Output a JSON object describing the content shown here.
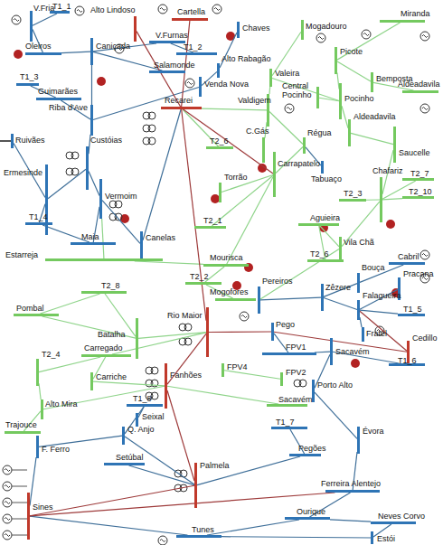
{
  "diagram": {
    "nodes": [
      {
        "text": [
          "V.Fria"
        ]
      },
      {
        "text": [
          "T1_1"
        ]
      },
      {
        "text": [
          "Alto Lindoso"
        ]
      },
      {
        "text": [
          "Cartella"
        ]
      },
      {
        "text": [
          "Chaves"
        ]
      },
      {
        "text": [
          "Mogadouro"
        ]
      },
      {
        "text": [
          "Miranda"
        ]
      },
      {
        "text": [
          "Oleiros"
        ]
      },
      {
        "text": [
          "Caniçada"
        ]
      },
      {
        "text": [
          "V.Furnas"
        ]
      },
      {
        "text": [
          "T1_2"
        ]
      },
      {
        "text": [
          "Alto Rabagão"
        ]
      },
      {
        "text": [
          "Salamonde"
        ]
      },
      {
        "text": [
          "Picote"
        ]
      },
      {
        "text": [
          "Bemposta"
        ]
      },
      {
        "text": [
          "Aldeadavila"
        ]
      },
      {
        "text": [
          "T1_3"
        ]
      },
      {
        "text": [
          "Guimarães"
        ]
      },
      {
        "text": [
          "Riba d'Ave"
        ]
      },
      {
        "text": [
          "Venda Nova"
        ]
      },
      {
        "text": [
          "Valeira"
        ]
      },
      {
        "text": [
          "Valdigem"
        ]
      },
      {
        "text": [
          "Central Pocinho"
        ]
      },
      {
        "text": [
          "Pocinho"
        ]
      },
      {
        "text": [
          "Recarei"
        ]
      },
      {
        "text": [
          "Aldeadavila"
        ]
      },
      {
        "text": [
          "Ruivães"
        ]
      },
      {
        "text": [
          "T2_6"
        ]
      },
      {
        "text": [
          "C.Gás"
        ]
      },
      {
        "text": [
          "Régua"
        ]
      },
      {
        "text": [
          "Saucelle"
        ]
      },
      {
        "text": [
          "Custóias"
        ]
      },
      {
        "text": [
          "Carrapatelo"
        ]
      },
      {
        "text": [
          "Tabuaço"
        ]
      },
      {
        "text": [
          "Chafariz"
        ]
      },
      {
        "text": [
          "T2_7"
        ]
      },
      {
        "text": [
          "Ermesinde"
        ]
      },
      {
        "text": [
          "Torrão"
        ]
      },
      {
        "text": [
          "T2_10"
        ]
      },
      {
        "text": [
          "T2_3"
        ]
      },
      {
        "text": [
          "Vermoim"
        ]
      },
      {
        "text": [
          "T1_4"
        ]
      },
      {
        "text": [
          "T2_1"
        ]
      },
      {
        "text": [
          "Aguieira"
        ]
      },
      {
        "text": [
          "Vila Chã"
        ]
      },
      {
        "text": [
          "Maia"
        ]
      },
      {
        "text": [
          "Canelas"
        ]
      },
      {
        "text": [
          "Estarreja"
        ]
      },
      {
        "text": [
          "Mourisca"
        ]
      },
      {
        "text": [
          "T2_6"
        ]
      },
      {
        "text": [
          "Cabril"
        ]
      },
      {
        "text": [
          "Bouça"
        ]
      },
      {
        "text": [
          "Pracana"
        ]
      },
      {
        "text": [
          "T2_8"
        ]
      },
      {
        "text": [
          "T2_2"
        ]
      },
      {
        "text": [
          "Pereiros"
        ]
      },
      {
        "text": [
          "Zêzere"
        ]
      },
      {
        "text": [
          "Mogofores"
        ]
      },
      {
        "text": [
          "Falagueira"
        ]
      },
      {
        "text": [
          "T1_5"
        ]
      },
      {
        "text": [
          "Pombal"
        ]
      },
      {
        "text": [
          "Rio Maior"
        ]
      },
      {
        "text": [
          "Pego"
        ]
      },
      {
        "text": [
          "Fratel"
        ]
      },
      {
        "text": [
          "Cedillo"
        ]
      },
      {
        "text": [
          "Batalha"
        ]
      },
      {
        "text": [
          "FPV1"
        ]
      },
      {
        "text": [
          "Sacavém"
        ]
      },
      {
        "text": [
          "T1_6"
        ]
      },
      {
        "text": [
          "T2_4"
        ]
      },
      {
        "text": [
          "Carregado"
        ]
      },
      {
        "text": [
          "FPV4"
        ]
      },
      {
        "text": [
          "FPV2"
        ]
      },
      {
        "text": [
          "Porto Alto"
        ]
      },
      {
        "text": [
          "Carriche"
        ]
      },
      {
        "text": [
          "Fanhões"
        ]
      },
      {
        "text": [
          "Sacavém"
        ]
      },
      {
        "text": [
          "Alto Mira"
        ]
      },
      {
        "text": [
          "T1_8"
        ]
      },
      {
        "text": [
          "Seixal"
        ]
      },
      {
        "text": [
          "Trajouce"
        ]
      },
      {
        "text": [
          "Q. Anjo"
        ]
      },
      {
        "text": [
          "T1_7"
        ]
      },
      {
        "text": [
          "Évora"
        ]
      },
      {
        "text": [
          "F. Ferro"
        ]
      },
      {
        "text": [
          "Pegões"
        ]
      },
      {
        "text": [
          "Setúbal"
        ]
      },
      {
        "text": [
          "Palmela"
        ]
      },
      {
        "text": [
          "Ferreira Alentejo"
        ]
      },
      {
        "text": [
          "Sines"
        ]
      },
      {
        "text": [
          "Ourique"
        ]
      },
      {
        "text": [
          "Neves Corvo"
        ]
      },
      {
        "text": [
          "Tunes"
        ]
      },
      {
        "text": [
          "Estói"
        ]
      }
    ],
    "edges": [
      {
        "from": 0,
        "to": 1,
        "arrow": "none"
      },
      {
        "from": 0,
        "to": 7,
        "arrow": "none"
      },
      {
        "from": 7,
        "to": 8,
        "arrow": "none"
      },
      {
        "from": 8,
        "to": 9,
        "arrow": "none"
      },
      {
        "from": 9,
        "to": 10,
        "arrow": "none"
      },
      {
        "from": 8,
        "to": 12,
        "arrow": "none"
      },
      {
        "from": 8,
        "to": 18,
        "arrow": "none"
      },
      {
        "from": 16,
        "to": 17,
        "arrow": "none"
      },
      {
        "from": 17,
        "to": 18,
        "arrow": "none"
      },
      {
        "from": 11,
        "to": 19,
        "arrow": "none"
      },
      {
        "from": 4,
        "to": 11,
        "arrow": "none"
      },
      {
        "from": 19,
        "to": 18,
        "arrow": "none"
      },
      {
        "from": 18,
        "to": 31,
        "arrow": "none"
      },
      {
        "from": 31,
        "to": 36,
        "arrow": "none"
      },
      {
        "from": 36,
        "to": 26,
        "arrow": "none"
      },
      {
        "from": 36,
        "to": 41,
        "arrow": "none"
      },
      {
        "from": 31,
        "to": 40,
        "arrow": "none"
      },
      {
        "from": 40,
        "to": 45,
        "arrow": "none"
      },
      {
        "from": 41,
        "to": 45,
        "arrow": "none"
      },
      {
        "from": 40,
        "to": 46,
        "arrow": "none"
      },
      {
        "from": 33,
        "to": 29,
        "arrow": "none"
      },
      {
        "from": 50,
        "to": 51,
        "arrow": "none"
      },
      {
        "from": 51,
        "to": 56,
        "arrow": "none"
      },
      {
        "from": 56,
        "to": 55,
        "arrow": "none"
      },
      {
        "from": 56,
        "to": 58,
        "arrow": "none"
      },
      {
        "from": 52,
        "to": 58,
        "arrow": "none"
      },
      {
        "from": 58,
        "to": 59,
        "arrow": "none"
      },
      {
        "from": 58,
        "to": 63,
        "arrow": "none"
      },
      {
        "from": 62,
        "to": 66,
        "arrow": "none"
      },
      {
        "from": 66,
        "to": 67,
        "arrow": "none"
      },
      {
        "from": 67,
        "to": 73,
        "arrow": "none"
      },
      {
        "from": 67,
        "to": 68,
        "arrow": "none"
      },
      {
        "from": 73,
        "to": 83,
        "arrow": "none"
      },
      {
        "from": 82,
        "to": 85,
        "arrow": "none"
      },
      {
        "from": 85,
        "to": 87,
        "arrow": "none"
      },
      {
        "from": 86,
        "to": 87,
        "arrow": "none"
      },
      {
        "from": 81,
        "to": 87,
        "arrow": "none"
      },
      {
        "from": 81,
        "to": 84,
        "arrow": "none"
      },
      {
        "from": 81,
        "to": 78,
        "arrow": "none"
      },
      {
        "from": 78,
        "to": 79,
        "arrow": "none"
      },
      {
        "from": 84,
        "to": 89,
        "arrow": "none"
      },
      {
        "from": 83,
        "to": 88,
        "arrow": "none"
      },
      {
        "from": 88,
        "to": 90,
        "arrow": "none"
      },
      {
        "from": 90,
        "to": 91,
        "arrow": "none"
      },
      {
        "from": 90,
        "to": 92,
        "arrow": "none"
      },
      {
        "from": 91,
        "to": 93,
        "arrow": "none"
      },
      {
        "from": 92,
        "to": 93,
        "arrow": "none"
      },
      {
        "from": 92,
        "to": 89,
        "arrow": "none"
      },
      {
        "from": 5,
        "to": 20,
        "arrow": "none"
      },
      {
        "from": 20,
        "to": 21,
        "arrow": "none"
      },
      {
        "from": 20,
        "to": 23,
        "arrow": "none"
      },
      {
        "from": 22,
        "to": 23,
        "arrow": "none"
      },
      {
        "from": 13,
        "to": 23,
        "arrow": "none"
      },
      {
        "from": 6,
        "to": 13,
        "arrow": "none"
      },
      {
        "from": 13,
        "to": 14,
        "arrow": "none"
      },
      {
        "from": 14,
        "to": 15,
        "arrow": "none"
      },
      {
        "from": 23,
        "to": 25,
        "arrow": "none"
      },
      {
        "from": 25,
        "to": 30,
        "arrow": "none"
      },
      {
        "from": 30,
        "to": 34,
        "arrow": "none"
      },
      {
        "from": 34,
        "to": 35,
        "arrow": "none"
      },
      {
        "from": 34,
        "to": 38,
        "arrow": "none"
      },
      {
        "from": 34,
        "to": 39,
        "arrow": "none"
      },
      {
        "from": 34,
        "to": 44,
        "arrow": "none"
      },
      {
        "from": 21,
        "to": 28,
        "arrow": "none"
      },
      {
        "from": 21,
        "to": 29,
        "arrow": "none"
      },
      {
        "from": 29,
        "to": 32,
        "arrow": "none"
      },
      {
        "from": 32,
        "to": 37,
        "arrow": "none"
      },
      {
        "from": 32,
        "to": 42,
        "arrow": "none"
      },
      {
        "from": 27,
        "to": 24,
        "arrow": "none"
      },
      {
        "from": 46,
        "to": 24,
        "arrow": "none"
      },
      {
        "from": 32,
        "to": 48,
        "arrow": "none"
      },
      {
        "from": 44,
        "to": 43,
        "arrow": "none"
      },
      {
        "from": 43,
        "to": 49,
        "arrow": "none"
      },
      {
        "from": 48,
        "to": 47,
        "arrow": "none"
      },
      {
        "from": 48,
        "to": 54,
        "arrow": "none"
      },
      {
        "from": 54,
        "to": 57,
        "arrow": "none"
      },
      {
        "from": 44,
        "to": 55,
        "arrow": "none"
      },
      {
        "from": 47,
        "to": 40,
        "arrow": "none"
      },
      {
        "from": 65,
        "to": 61,
        "arrow": "none"
      },
      {
        "from": 65,
        "to": 53,
        "arrow": "none"
      },
      {
        "from": 53,
        "to": 60,
        "arrow": "none"
      },
      {
        "from": 70,
        "to": 61,
        "arrow": "none"
      },
      {
        "from": 70,
        "to": 69,
        "arrow": "none"
      },
      {
        "from": 70,
        "to": 74,
        "arrow": "none"
      },
      {
        "from": 74,
        "to": 75,
        "arrow": "none"
      },
      {
        "from": 77,
        "to": 75,
        "arrow": "none"
      },
      {
        "from": 77,
        "to": 80,
        "arrow": "none"
      },
      {
        "from": 69,
        "to": 77,
        "arrow": "none"
      },
      {
        "from": 76,
        "to": 75,
        "arrow": "none"
      },
      {
        "from": 71,
        "to": 72,
        "arrow": "none"
      },
      {
        "from": 21,
        "to": 24,
        "arrow": "none"
      },
      {
        "from": 65,
        "to": 60,
        "arrow": "none"
      },
      {
        "from": 2,
        "to": 24,
        "arrow": "none"
      },
      {
        "from": 3,
        "to": 24,
        "arrow": "none"
      },
      {
        "from": 24,
        "to": 61,
        "arrow": "none"
      },
      {
        "from": 61,
        "to": 75,
        "arrow": "none"
      },
      {
        "from": 75,
        "to": 87,
        "arrow": "none"
      },
      {
        "from": 87,
        "to": 89,
        "arrow": "none"
      },
      {
        "from": 61,
        "to": 62,
        "arrow": "none"
      },
      {
        "from": 64,
        "to": 62,
        "arrow": "none"
      },
      {
        "from": 64,
        "to": 58,
        "arrow": "none"
      },
      {
        "from": 89,
        "to": 88,
        "arrow": "none"
      },
      {
        "from": 24,
        "to": 32,
        "arrow": "none"
      }
    ]
  }
}
